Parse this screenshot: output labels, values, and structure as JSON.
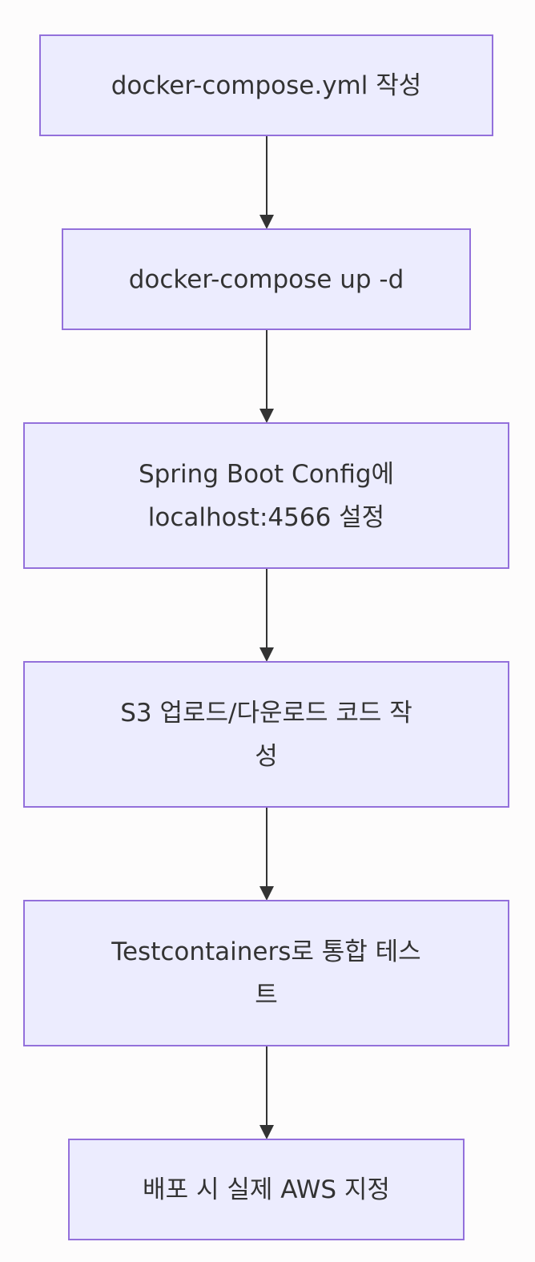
{
  "diagram": {
    "type": "flowchart",
    "direction": "top-to-bottom",
    "colors": {
      "node_fill": "#ececfe",
      "node_border": "#9370db",
      "text": "#333333",
      "edge": "#333333",
      "background": "#fdfcfc"
    },
    "nodes": [
      {
        "id": "n1",
        "lines": [
          "docker-compose.yml 작성"
        ]
      },
      {
        "id": "n2",
        "lines": [
          "docker-compose up -d"
        ]
      },
      {
        "id": "n3",
        "lines": [
          "Spring Boot Config에",
          "localhost:4566 설정"
        ]
      },
      {
        "id": "n4",
        "lines": [
          "S3 업로드/다운로드 코드 작",
          "성"
        ]
      },
      {
        "id": "n5",
        "lines": [
          "Testcontainers로 통합 테스",
          "트"
        ]
      },
      {
        "id": "n6",
        "lines": [
          "배포 시 실제 AWS 지정"
        ]
      }
    ],
    "edges": [
      {
        "from": "n1",
        "to": "n2"
      },
      {
        "from": "n2",
        "to": "n3"
      },
      {
        "from": "n3",
        "to": "n4"
      },
      {
        "from": "n4",
        "to": "n5"
      },
      {
        "from": "n5",
        "to": "n6"
      }
    ]
  }
}
